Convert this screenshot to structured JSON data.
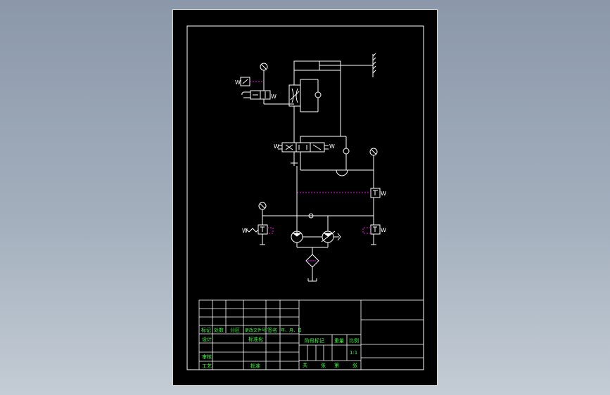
{
  "title_block": {
    "mark": "标记",
    "count": "处数",
    "zone": "分区",
    "change_doc": "更改文件号",
    "signature": "签名",
    "date": "年、月、日",
    "design": "设计",
    "standardize": "标准化",
    "review": "审核",
    "process": "工艺",
    "approve": "批准",
    "stage_mark": "阶段标记",
    "weight": "重量",
    "scale": "比例",
    "scale_value": "1:1",
    "total": "共",
    "sheets": "张",
    "page": "第",
    "sheet": "张"
  },
  "schematic": {
    "solenoid_label": "W"
  },
  "colors": {
    "background_gradient_top": "#8b98aa",
    "sheet_bg": "#000000",
    "lines": "#ffffff",
    "pilot_lines": "#ff00ff",
    "title_text": "#39ff39"
  }
}
